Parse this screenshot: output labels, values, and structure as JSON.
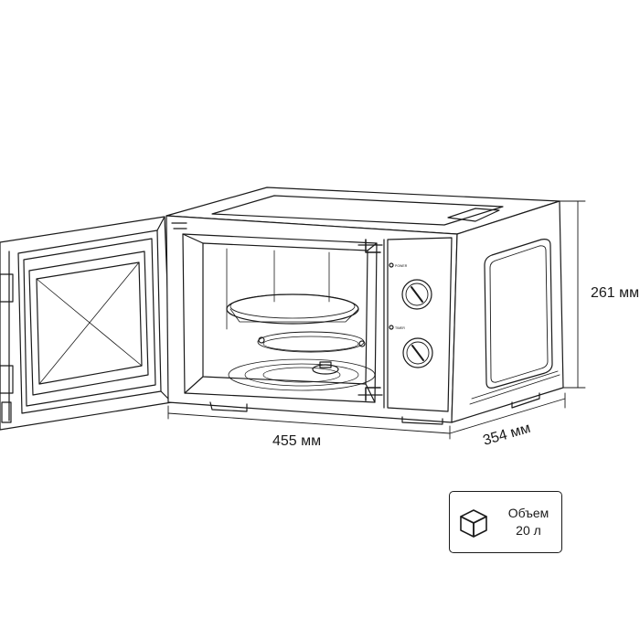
{
  "dimensions": {
    "height": "261 мм",
    "width": "455 мм",
    "depth": "354 мм"
  },
  "volume": {
    "label": "Объем",
    "value": "20 л",
    "icon": "cube-icon"
  },
  "panel": {
    "power": "POWER",
    "timer": "TIMER"
  },
  "colors": {
    "line": "#1a1a1a",
    "background": "#ffffff"
  }
}
